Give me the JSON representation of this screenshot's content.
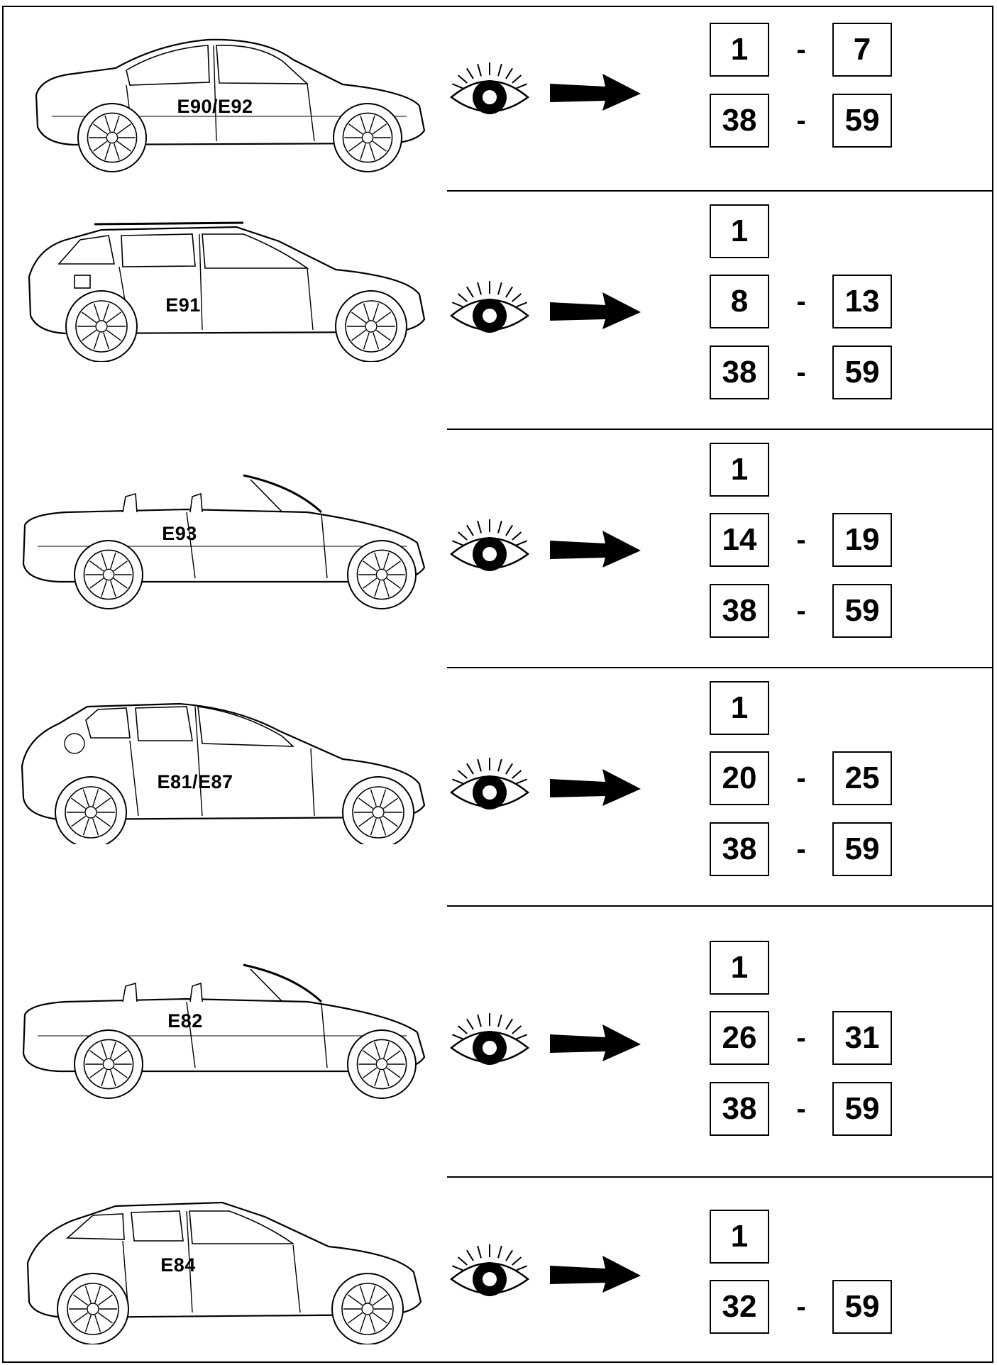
{
  "rows": [
    {
      "model": "E90/E92",
      "ranges": [
        {
          "from": "1",
          "to": "7"
        },
        {
          "from": "38",
          "to": "59"
        }
      ]
    },
    {
      "model": "E91",
      "ranges": [
        {
          "from": "1"
        },
        {
          "from": "8",
          "to": "13"
        },
        {
          "from": "38",
          "to": "59"
        }
      ]
    },
    {
      "model": "E93",
      "ranges": [
        {
          "from": "1"
        },
        {
          "from": "14",
          "to": "19"
        },
        {
          "from": "38",
          "to": "59"
        }
      ]
    },
    {
      "model": "E81/E87",
      "ranges": [
        {
          "from": "1"
        },
        {
          "from": "20",
          "to": "25"
        },
        {
          "from": "38",
          "to": "59"
        }
      ]
    },
    {
      "model": "E82",
      "ranges": [
        {
          "from": "1"
        },
        {
          "from": "26",
          "to": "31"
        },
        {
          "from": "38",
          "to": "59"
        }
      ]
    },
    {
      "model": "E84",
      "ranges": [
        {
          "from": "1"
        },
        {
          "from": "32",
          "to": "59"
        }
      ]
    }
  ],
  "range_separator": "-",
  "icons": {
    "view": "eye-icon",
    "direction": "arrow-right-icon"
  }
}
